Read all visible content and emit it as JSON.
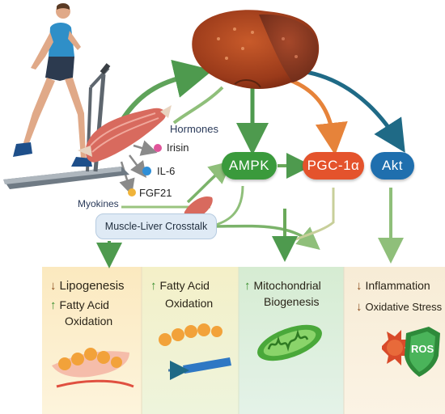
{
  "hormones_label": "Hormones",
  "myokines_label": "Myokines",
  "myokines": [
    {
      "label": "Irisin",
      "color": "#e0559a"
    },
    {
      "label": "IL-6",
      "color": "#2f8fd8"
    },
    {
      "label": "FGF21",
      "color": "#f0b43a"
    }
  ],
  "crosstalk_label": "Muscle-Liver Crosstalk",
  "pathway": [
    {
      "label": "AMPK",
      "color": "#3a9a3c"
    },
    {
      "label": "PGC-1α",
      "color": "#e4532c"
    },
    {
      "label": "Akt",
      "color": "#1f6fae"
    }
  ],
  "panels": [
    {
      "lines": [
        {
          "arrow": "down",
          "text": "Lipogenesis"
        },
        {
          "arrow": "up",
          "text": "Fatty Acid"
        },
        {
          "arrow": "",
          "text": "Oxidation"
        }
      ]
    },
    {
      "lines": [
        {
          "arrow": "up",
          "text": "Fatty Acid"
        },
        {
          "arrow": "",
          "text": "Oxidation"
        }
      ]
    },
    {
      "lines": [
        {
          "arrow": "up",
          "text": "Mitochondrial"
        },
        {
          "arrow": "",
          "text": "Biogenesis"
        }
      ]
    },
    {
      "lines": [
        {
          "arrow": "down",
          "text": "Inflammation"
        },
        {
          "arrow": "down",
          "text": "Oxidative Stress"
        }
      ]
    }
  ],
  "ros_label": "ROS",
  "colors": {
    "up": "#3a8f2e",
    "down": "#8a4a1a"
  }
}
